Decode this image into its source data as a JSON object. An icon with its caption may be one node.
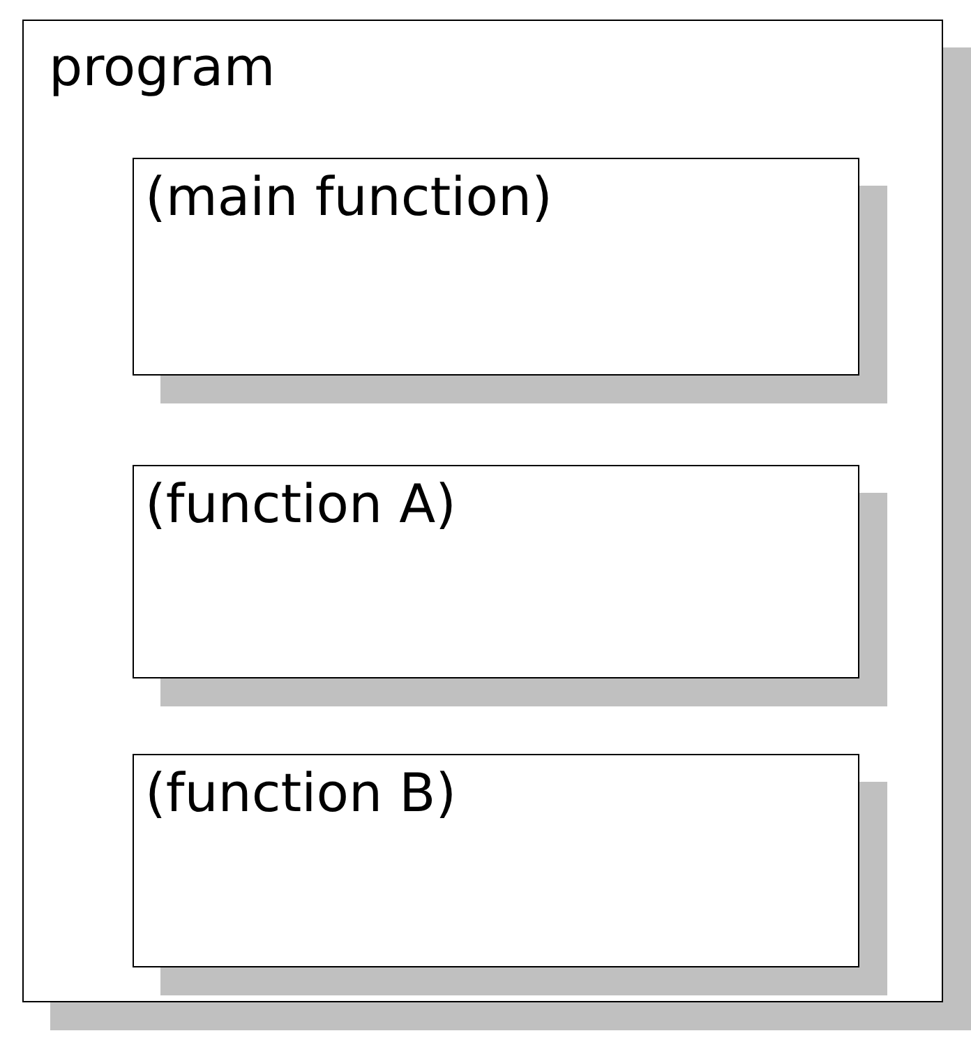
{
  "diagram": {
    "nodes": [
      {
        "text": [
          "program"
        ]
      },
      {
        "text": [
          "(main function)"
        ],
        "in": 0
      },
      {
        "text": [
          "(function A)"
        ],
        "in": 0
      },
      {
        "text": [
          "(function B)"
        ],
        "in": 0
      }
    ]
  }
}
